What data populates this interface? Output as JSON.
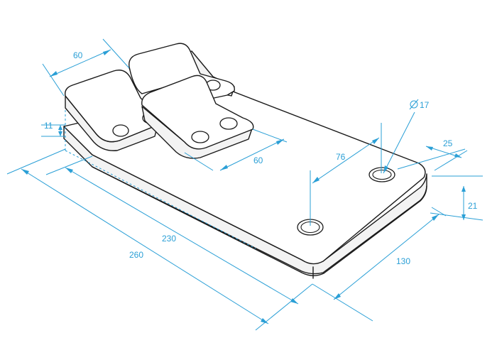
{
  "dimensions": {
    "total_length": "260",
    "inner_length": "230",
    "width": "130",
    "height": "21",
    "edge_offset": "25",
    "hole_spacing": "76",
    "hole_diameter": "17",
    "pad_width": "60",
    "pad_spacing": "60",
    "pad_thickness": "11"
  },
  "colors": {
    "dimension_lines": "#2a9fd6",
    "outline": "#1a1a1a"
  }
}
